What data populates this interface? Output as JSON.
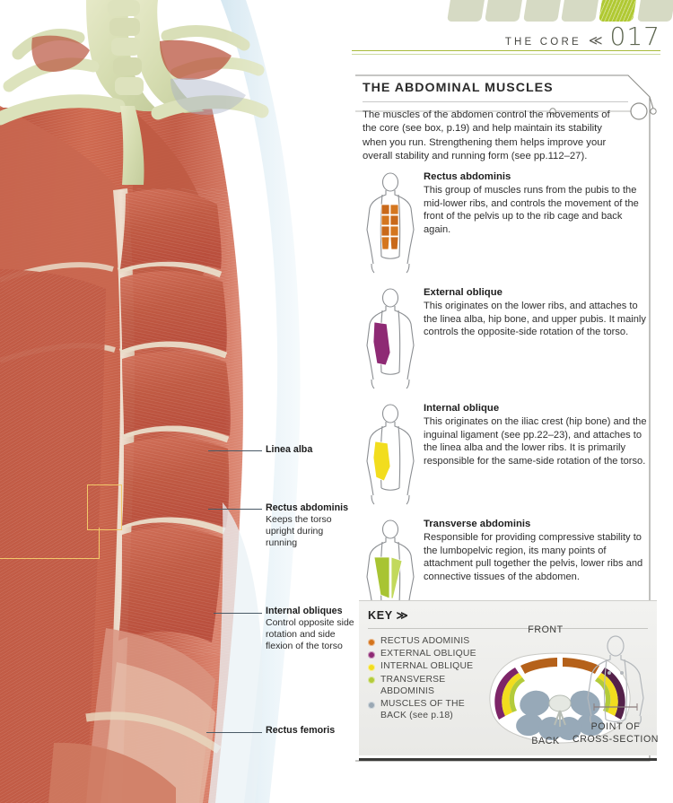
{
  "header": {
    "breadcrumb": "THE CORE",
    "chevron": "≪",
    "page_number": "017"
  },
  "tabs": [
    {
      "id": "tab-1",
      "active": false
    },
    {
      "id": "tab-2",
      "active": false
    },
    {
      "id": "tab-3",
      "active": false
    },
    {
      "id": "tab-4",
      "active": false
    },
    {
      "id": "tab-5",
      "active": true
    },
    {
      "id": "tab-6",
      "active": false
    }
  ],
  "panel": {
    "title": "THE ABDOMINAL MUSCLES",
    "intro": "The muscles of the abdomen control the movements of the core (see box, p.19) and help maintain its stability when you run. Strengthening them helps improve your overall stability and running form (see pp.112–27).",
    "entries": [
      {
        "name": "Rectus abdominis",
        "desc": "This group of muscles runs from the pubis to the mid-lower ribs, and controls the movement of the front of the pelvis up to the rib cage and back again.",
        "color": "#d4761f",
        "muscle_shape": "rectus"
      },
      {
        "name": "External oblique",
        "desc": "This originates on the lower ribs, and attaches to the linea alba, hip bone, and upper pubis. It mainly controls the opposite-side rotation of the torso.",
        "color": "#8e2a74",
        "muscle_shape": "external"
      },
      {
        "name": "Internal oblique",
        "desc": "This originates on the iliac crest (hip bone) and the inguinal ligament (see pp.22–23), and attaches to the linea alba and the lower ribs. It is primarily responsible for the same-side rotation of the torso.",
        "color": "#f2dd1e",
        "muscle_shape": "internal"
      },
      {
        "name": "Transverse abdominis",
        "desc": "Responsible for providing compressive stability to the lumbopelvic region, its many points of attachment pull together the pelvis, lower ribs and connective tissues of the abdomen.",
        "color": "#b3cb3a",
        "muscle_shape": "transverse"
      }
    ]
  },
  "key": {
    "title": "KEY ≫",
    "items": [
      {
        "label": "RECTUS ADOMINIS",
        "color": "#d4741c"
      },
      {
        "label": "EXTERNAL OBLIQUE",
        "color": "#8e2a74"
      },
      {
        "label": "INTERNAL OBLIQUE",
        "color": "#f2dd1e"
      },
      {
        "label": "TRANSVERSE ABDOMINIS",
        "color": "#b3cb3a"
      },
      {
        "label": "MUSCLES OF THE BACK (see p.18)",
        "color": "#9aa8b4"
      }
    ],
    "cross_section": {
      "front_label": "FRONT",
      "back_label": "BACK",
      "figure_label_line1": "POINT OF",
      "figure_label_line2": "CROSS-SECTION"
    }
  },
  "callouts": [
    {
      "name": "Linea alba",
      "desc": ""
    },
    {
      "name": "Rectus abdominis",
      "desc": "Keeps the torso upright during running"
    },
    {
      "name": "Internal obliques",
      "desc": "Control opposite side rotation and side flexion of the torso"
    },
    {
      "name": "Rectus femoris",
      "desc": ""
    }
  ],
  "colors": {
    "accent_green": "#b0c932",
    "rule_green": "#a8bb3a",
    "tab_inactive": "#d6dac4",
    "callout_highlight": "#f2c96a"
  }
}
